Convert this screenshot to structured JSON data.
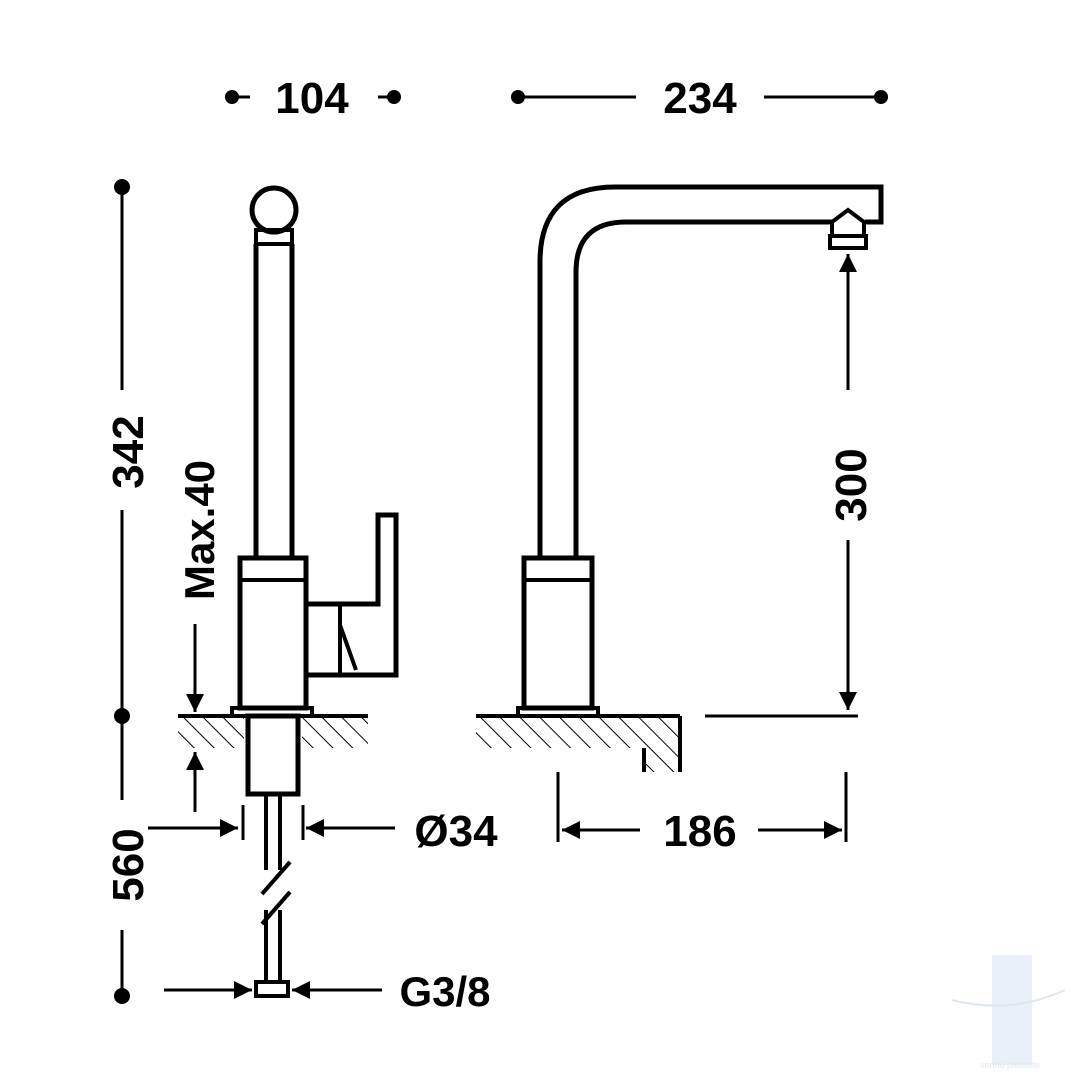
{
  "dimensions": {
    "top_width_side": "104",
    "top_width_front": "234",
    "total_height": "342",
    "max_deck_thickness": "Max.40",
    "hose_length": "560",
    "base_diameter": "Ø34",
    "connection_thread": "G3/8",
    "spout_reach": "186",
    "spout_height": "300"
  },
  "watermark": "vennu passoile",
  "colors": {
    "line": "#000000",
    "background": "#ffffff",
    "watermark": "#c9d8e8"
  }
}
